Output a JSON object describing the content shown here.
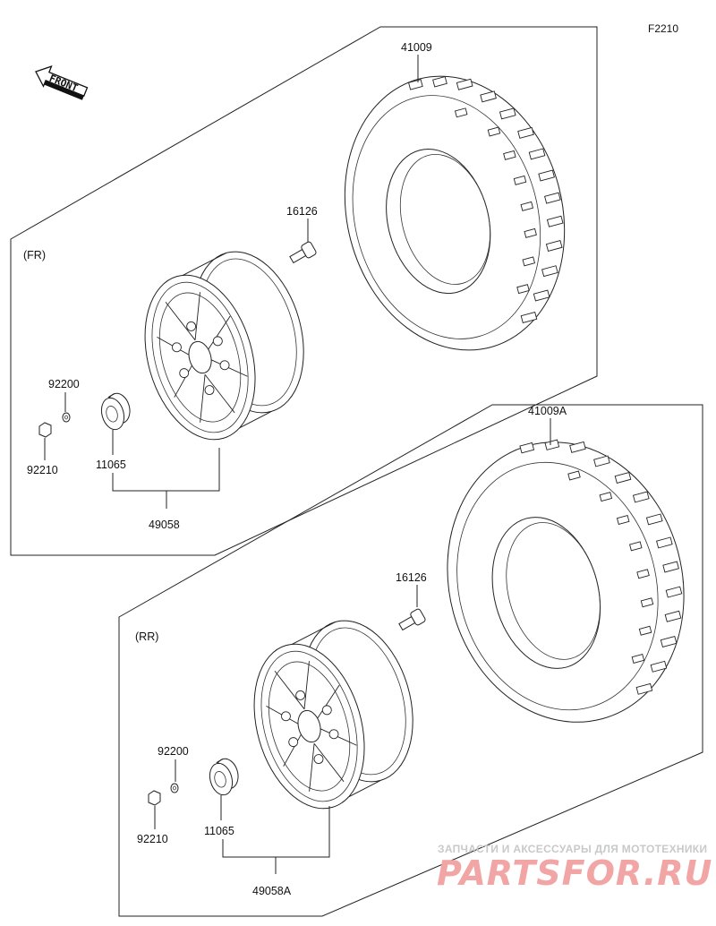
{
  "figure_id": "F2210",
  "front_label": "FRONT",
  "sections": {
    "front": {
      "label": "(FR)",
      "parts": {
        "tire": "41009",
        "valve": "16126",
        "washer": "92200",
        "nut": "92210",
        "cap": "11065",
        "wheel": "49058"
      }
    },
    "rear": {
      "label": "(RR)",
      "parts": {
        "tire": "41009A",
        "valve": "16126",
        "washer": "92200",
        "nut": "92210",
        "cap": "11065",
        "wheel": "49058A"
      }
    }
  },
  "watermark": {
    "tagline": "ЗАПЧАСТИ И АКСЕССУАРЫ ДЛЯ МОТОТЕХНИКИ",
    "brand": "PARTSFOR.RU"
  }
}
